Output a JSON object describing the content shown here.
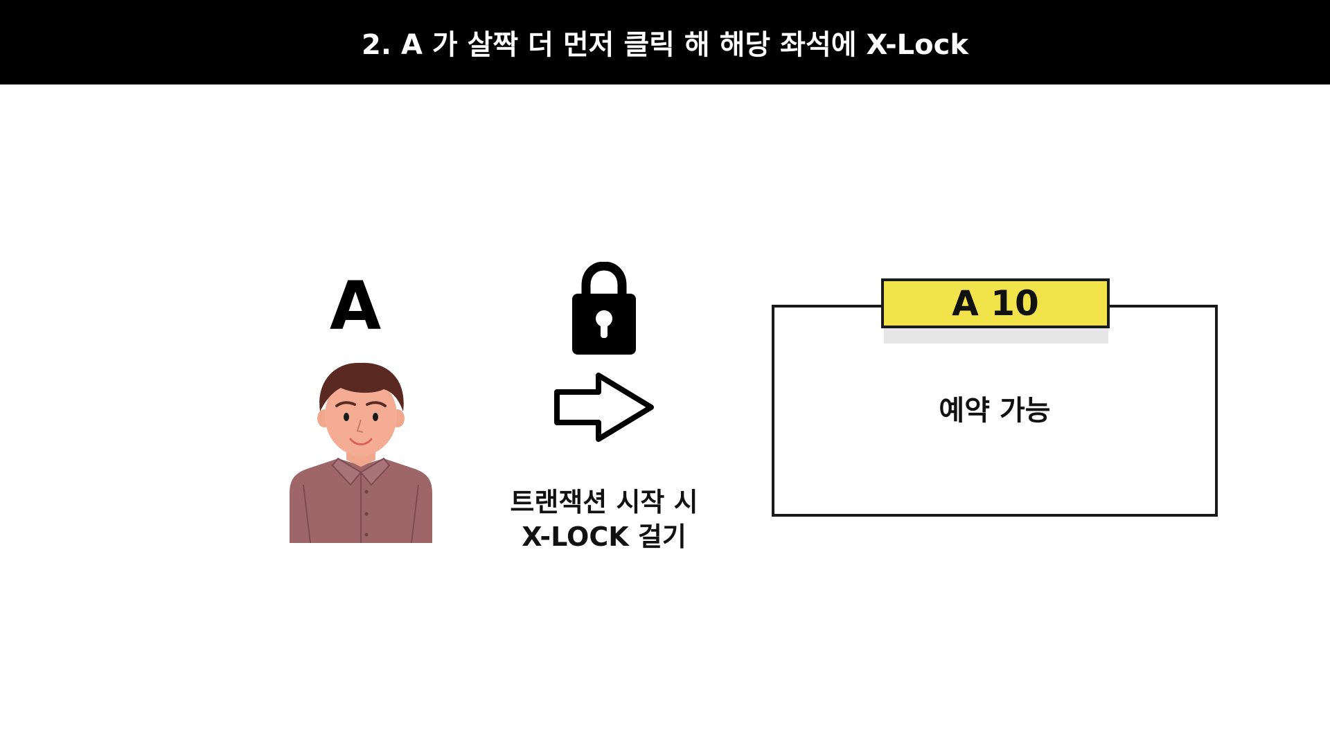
{
  "slide": {
    "title": "2. A 가 살짝 더 먼저 클릭 해 해당 좌석에 X-Lock"
  },
  "user": {
    "label": "A",
    "avatar_icon": "person-avatar-icon"
  },
  "action": {
    "lock_icon": "padlock-icon",
    "arrow_icon": "right-arrow-icon",
    "caption_line1": "트랜잭션 시작 시",
    "caption_line2": "X-LOCK 걸기"
  },
  "seat": {
    "tag": "A 10",
    "status": "예약 가능",
    "tag_color": "#f2e34a"
  }
}
